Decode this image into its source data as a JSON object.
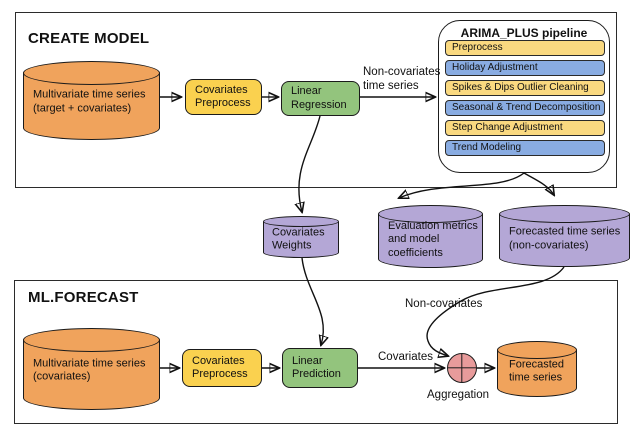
{
  "create_model": {
    "title": "CREATE MODEL",
    "input_cylinder": {
      "line1": "Multivariate time series",
      "line2": "(target + covariates)"
    },
    "covariates_preprocess": {
      "line1": "Covariates",
      "line2": "Preprocess"
    },
    "linear_regression": {
      "line1": "Linear",
      "line2": "Regression"
    },
    "edge_to_pipeline": {
      "line1": "Non-covariates",
      "line2": "time series"
    },
    "pipeline": {
      "title": "ARIMA_PLUS pipeline",
      "steps": [
        {
          "label": "Preprocess",
          "color": "yellow"
        },
        {
          "label": "Holiday Adjustment",
          "color": "blue"
        },
        {
          "label": "Spikes & Dips Outlier Cleaning",
          "color": "yellow"
        },
        {
          "label": "Seasonal & Trend Decomposition",
          "color": "blue"
        },
        {
          "label": "Step Change Adjustment",
          "color": "yellow"
        },
        {
          "label": "Trend Modeling",
          "color": "blue"
        }
      ]
    }
  },
  "artifacts": {
    "covariates_weights": {
      "line1": "Covariates",
      "line2": "Weights"
    },
    "evaluation_metrics": {
      "line1": "Evaluation metrics",
      "line2": "and model",
      "line3": "coefficients"
    },
    "forecasted_noncovariates": {
      "line1": "Forecasted time series",
      "line2": "(non-covariates)"
    }
  },
  "ml_forecast": {
    "title": "ML.FORECAST",
    "input_cylinder": {
      "line1": "Multivariate time series",
      "line2": "(covariates)"
    },
    "covariates_preprocess": {
      "line1": "Covariates",
      "line2": "Preprocess"
    },
    "linear_prediction": {
      "line1": "Linear",
      "line2": "Prediction"
    },
    "covariates_edge_label": "Covariates",
    "noncovariates_edge_label": "Non-covariates",
    "aggregation_label": "Aggregation",
    "output_cylinder": {
      "line1": "Forecasted",
      "line2": "time series"
    }
  },
  "colors": {
    "section_border": "#2b2b2b",
    "node_border": "#1b1b1b",
    "orange": "#F0A35C",
    "yellow": "#FAD14F",
    "green": "#93C47D",
    "purple": "#B4A7D6",
    "pink": "#E89B9B",
    "pipeline_step_yellow": "#FAD980",
    "pipeline_step_blue": "#89ACE2",
    "connector": "#111111"
  }
}
